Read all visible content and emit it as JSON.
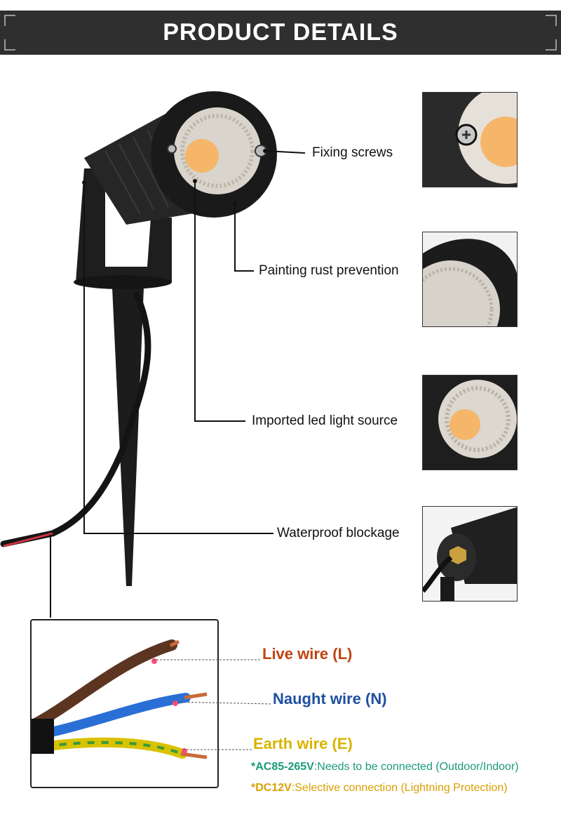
{
  "header": {
    "title": "PRODUCT DETAILS"
  },
  "callouts": {
    "fixing_screws": "Fixing screws",
    "painting": "Painting rust prevention",
    "led_source": "Imported led light source",
    "waterproof": "Waterproof blockage"
  },
  "wires": {
    "live": "Live wire (L)",
    "naught": "Naught wire (N)",
    "earth": "Earth wire (E)"
  },
  "notes": {
    "ac_prefix": "*AC85-265V",
    "ac_text": ":Needs to be connected (Outdoor/Indoor)",
    "dc_prefix": "*DC12V",
    "dc_text": ":Selective connection (Lightning Protection)"
  },
  "colors": {
    "banner": "#2f2f2f",
    "live": "#c0430f",
    "naught": "#1f4fa0",
    "earth": "#d9b400",
    "note_ac": "#1a9a7a",
    "note_dc": "#d9a000"
  }
}
